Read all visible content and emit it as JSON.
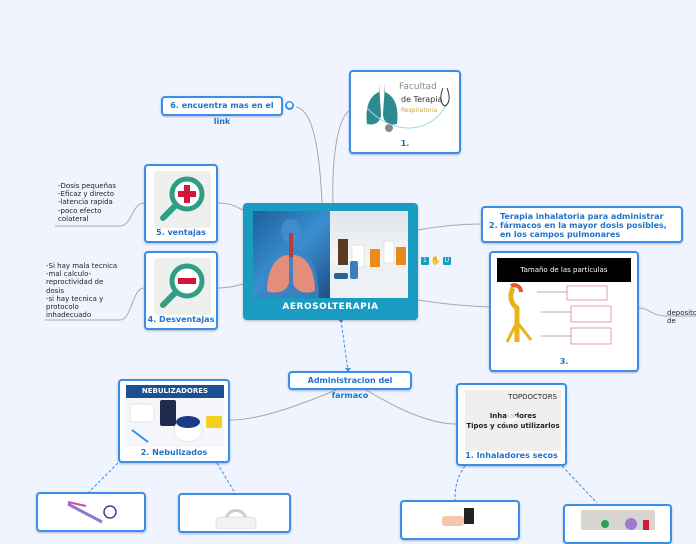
{
  "central": {
    "title": "AEROSOLTERAPIA",
    "badges": [
      "1",
      "✋",
      "U"
    ]
  },
  "nodes": {
    "link": {
      "label": "6. encuentra mas en el link",
      "icon": "globe-link-icon"
    },
    "facultad": {
      "caption": "1.",
      "logo_lines": [
        "Facultad",
        "de Terapia",
        "Respiratoria"
      ]
    },
    "ventajas": {
      "caption": "5. ventajas",
      "icon": "magnifier-plus-icon"
    },
    "desventajas": {
      "caption": "4. Desventajas",
      "icon": "magnifier-minus-icon"
    },
    "terapia": {
      "number": "2.",
      "text": "Terapia inhalatoria para administrar fármacos en la mayor dosis posibles, en los campos pulmonares"
    },
    "particulas": {
      "caption": "3.",
      "image_title": "Tamaño de las partículas"
    },
    "administracion": {
      "label": "Administracion del farmaco"
    },
    "nebulizados": {
      "caption": "2. Nebulizados",
      "image_title": "NEBULIZADORES"
    },
    "inhaladores": {
      "caption": "1. Inhaladores secos",
      "image_brand": "TOPDOCTORS",
      "image_line1": "Inhaladores",
      "image_line2": "Tipos y cómo utilizarlos"
    }
  },
  "notes": {
    "ventajas": "-Dosis pequeñas\n-Eficaz y directo\n-latencia rapida\n-poco efecto\ncolateral",
    "desventajas": "-Si hay mala tecnica\n-mal calculo-\nreproctividad de\ndosis\n-si hay tecnica y\nprotocolo\ninhadecuado",
    "deposito": "deposito de"
  },
  "colors": {
    "background": "#f0f4fe",
    "central": "#1a9bc2",
    "node_border": "#3a8ee6",
    "node_text": "#1f73c9",
    "link_line": "#a8a8a8"
  }
}
